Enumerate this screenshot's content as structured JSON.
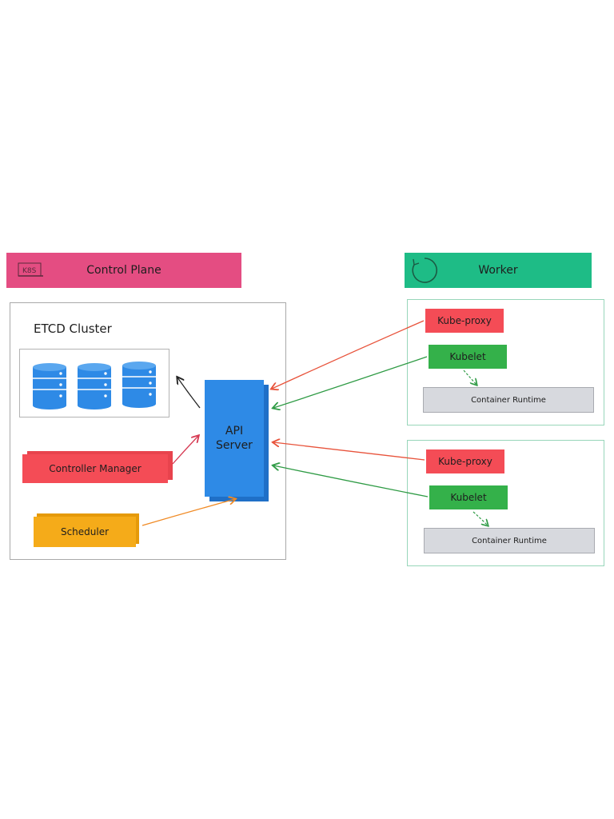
{
  "control_plane": {
    "banner_label": "Control Plane",
    "etcd_title": "ETCD Cluster",
    "api_server_line1": "API",
    "api_server_line2": "Server",
    "controller_manager": "Controller Manager",
    "scheduler": "Scheduler"
  },
  "worker": {
    "banner_label": "Worker",
    "nodes": [
      {
        "kube_proxy": "Kube-proxy",
        "kubelet": "Kubelet",
        "container_runtime": "Container Runtime"
      },
      {
        "kube_proxy": "Kube-proxy",
        "kubelet": "Kubelet",
        "container_runtime": "Container Runtime"
      }
    ]
  },
  "colors": {
    "control_plane_banner": "#e44d82",
    "worker_banner": "#1ebc86",
    "api_server": "#2e8ae6",
    "component_red": "#f44c56",
    "scheduler": "#f5ab19",
    "kubelet": "#34b14a",
    "runtime": "#d7d9de",
    "arrow_red": "#e8533b",
    "arrow_green": "#2f9b45"
  },
  "icons": {
    "control_plane": "control-plane-icon",
    "worker": "worker-cycle-icon",
    "etcd": "database-icon"
  }
}
